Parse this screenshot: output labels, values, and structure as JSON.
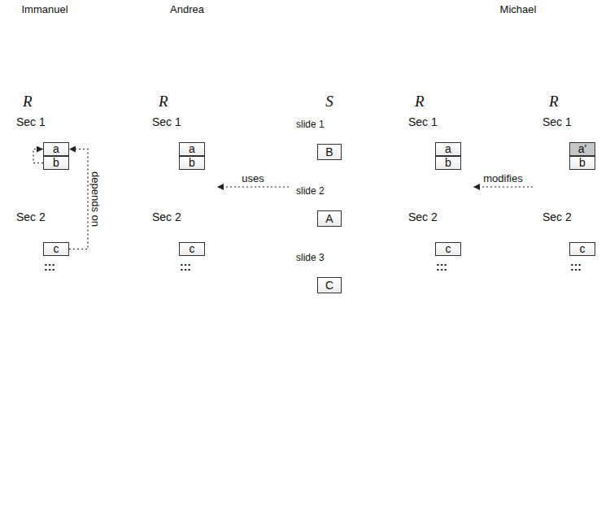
{
  "diagram": {
    "nodes": [
      {
        "text": [
          "R"
        ]
      },
      {
        "text": [
          "Sec 1"
        ],
        "in": 0
      },
      {
        "text": [
          "a"
        ],
        "in": 1
      },
      {
        "text": [
          "b"
        ],
        "in": 1
      },
      {
        "text": [
          "Sec 2",
          ":::"
        ],
        "in": 0
      },
      {
        "text": [
          "c"
        ],
        "in": 4
      },
      {
        "text": [
          "R"
        ]
      },
      {
        "text": [
          "Sec 1"
        ],
        "in": 6
      },
      {
        "text": [
          "a"
        ],
        "in": 7
      },
      {
        "text": [
          "b"
        ],
        "in": 7
      },
      {
        "text": [
          "Sec 2",
          ":::"
        ],
        "in": 6
      },
      {
        "text": [
          "c"
        ],
        "in": 10
      },
      {
        "text": [
          "S"
        ]
      },
      {
        "text": [
          "slide 1"
        ],
        "in": 12
      },
      {
        "text": [
          "B"
        ],
        "in": 13
      },
      {
        "text": [
          "slide 2"
        ],
        "in": 12
      },
      {
        "text": [
          "A"
        ],
        "in": 15
      },
      {
        "text": [
          "slide 3"
        ],
        "in": 12
      },
      {
        "text": [
          "C"
        ],
        "in": 17
      },
      {
        "text": [
          "R"
        ]
      },
      {
        "text": [
          "Sec 1"
        ],
        "in": 19
      },
      {
        "text": [
          "a"
        ],
        "in": 20
      },
      {
        "text": [
          "b"
        ],
        "in": 20
      },
      {
        "text": [
          "Sec 2",
          ":::"
        ],
        "in": 19
      },
      {
        "text": [
          "c"
        ],
        "in": 23
      },
      {
        "text": [
          "R"
        ]
      },
      {
        "text": [
          "Sec 1"
        ],
        "in": 25
      },
      {
        "text": [
          "a'"
        ],
        "in": 26
      },
      {
        "text": [
          "b"
        ],
        "in": 26
      },
      {
        "text": [
          "Sec 2",
          ":::"
        ],
        "in": 25
      },
      {
        "text": [
          "c"
        ],
        "in": 29
      }
    ],
    "edges": [
      {
        "from": 3,
        "to": 2,
        "arrow": "to"
      },
      {
        "from": 5,
        "to": 2,
        "label": "depends on",
        "arrow": "to"
      },
      {
        "from": 12,
        "to": 6,
        "label": "uses",
        "arrow": "to"
      },
      {
        "from": 25,
        "to": 19,
        "label": "modifies",
        "arrow": "to"
      }
    ],
    "labels": [
      "Immanuel",
      "Andrea",
      "Michael"
    ]
  }
}
